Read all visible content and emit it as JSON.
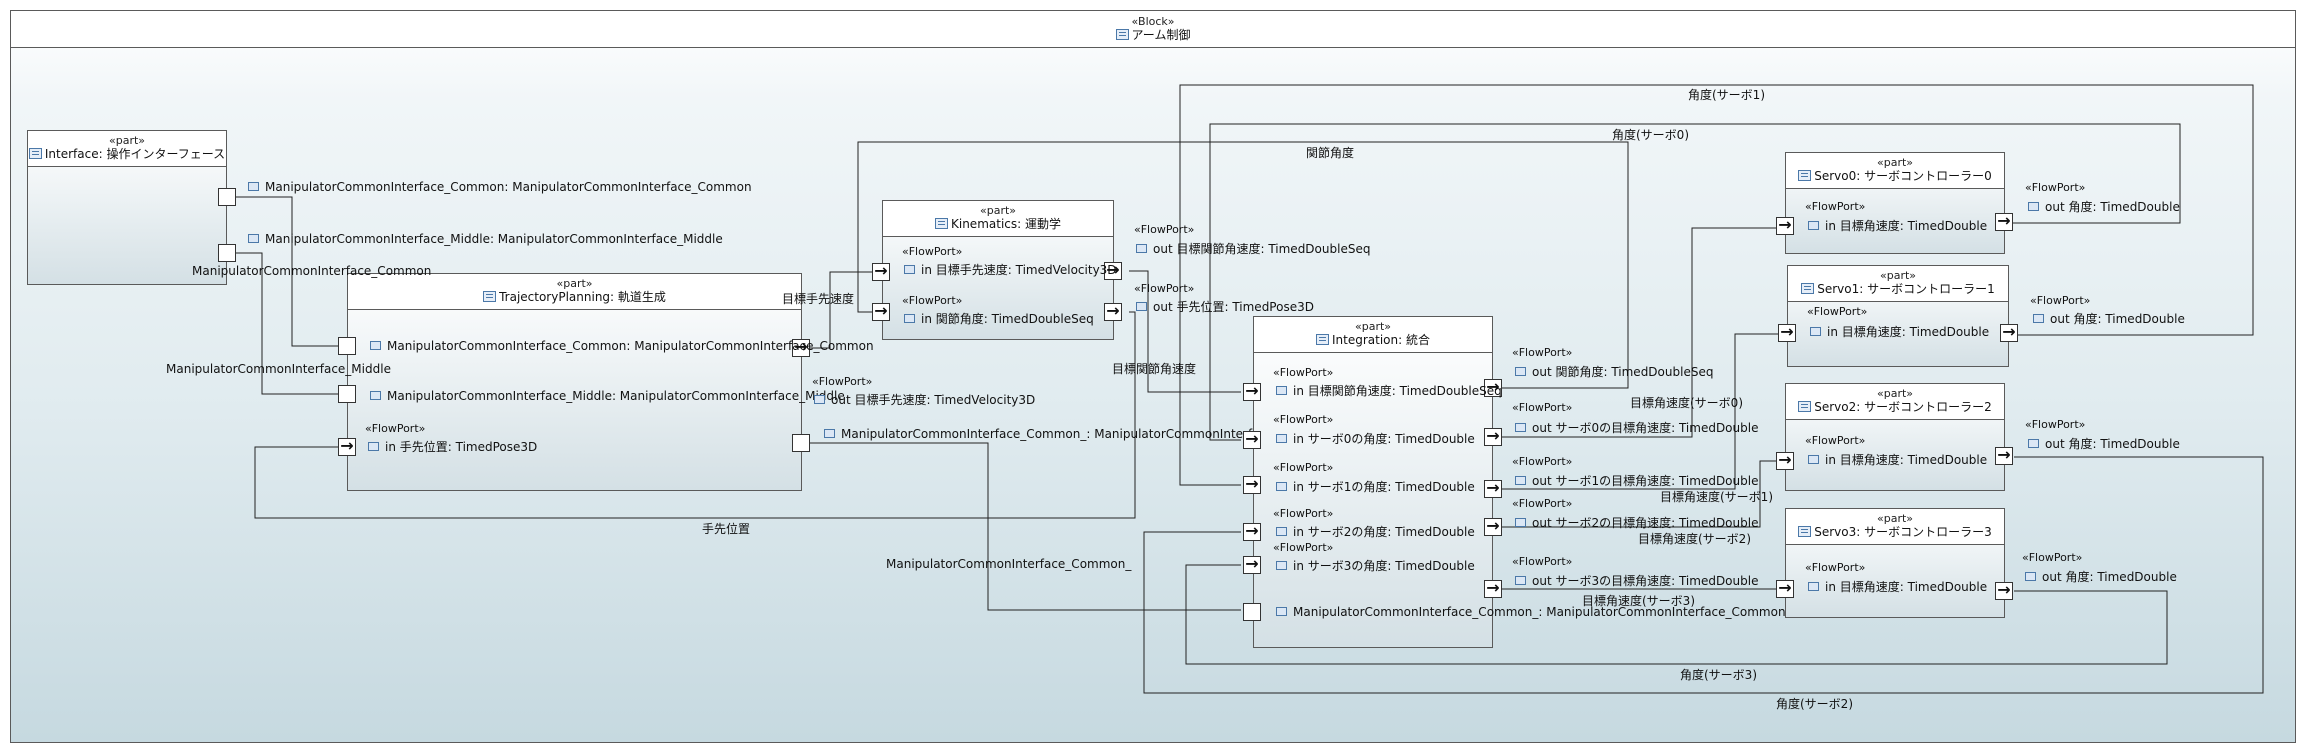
{
  "frame": {
    "stereotype": "«Block»",
    "name": "アーム制御"
  },
  "stereo_part": "«part»",
  "stereo_flowport": "«FlowPort»",
  "parts": {
    "interface": {
      "name": "Interface: 操作インターフェース"
    },
    "trajectory": {
      "name": "TrajectoryPlanning: 軌道生成"
    },
    "kinematics": {
      "name": "Kinematics: 運動学"
    },
    "integration": {
      "name": "Integration: 統合"
    },
    "servo0": {
      "name": "Servo0: サーボコントローラー0"
    },
    "servo1": {
      "name": "Servo1: サーボコントローラー1"
    },
    "servo2": {
      "name": "Servo2: サーボコントローラー2"
    },
    "servo3": {
      "name": "Servo3: サーボコントローラー3"
    }
  },
  "ports": {
    "if_common": "ManipulatorCommonInterface_Common: ManipulatorCommonInterface_Common",
    "if_middle": "ManipulatorCommonInterface_Middle: ManipulatorCommonInterface_Middle",
    "tp_common": "ManipulatorCommonInterface_Common: ManipulatorCommonInterface_Common",
    "tp_middle": "ManipulatorCommonInterface_Middle: ManipulatorCommonInterface_Middle",
    "tp_in_pose": "in 手先位置: TimedPose3D",
    "tp_out_vel": "out 目標手先速度: TimedVelocity3D",
    "tp_common_": "ManipulatorCommonInterface_Common_: ManipulatorCommonInterface_Common",
    "kin_in_vel": "in 目標手先速度: TimedVelocity3D",
    "kin_in_angle": "in 関節角度: TimedDoubleSeq",
    "kin_out_jvel": "out 目標関節角速度: TimedDoubleSeq",
    "kin_out_pose": "out 手先位置: TimedPose3D",
    "int_in_jvel": "in 目標関節角速度: TimedDoubleSeq",
    "int_in_s0": "in サーボ0の角度: TimedDouble",
    "int_in_s1": "in サーボ1の角度: TimedDouble",
    "int_in_s2": "in サーボ2の角度: TimedDouble",
    "int_in_s3": "in サーボ3の角度: TimedDouble",
    "int_common_": "ManipulatorCommonInterface_Common_: ManipulatorCommonInterface_Common",
    "int_out_angle": "out 関節角度: TimedDoubleSeq",
    "int_out_s0": "out サーボ0の目標角速度: TimedDouble",
    "int_out_s1": "out サーボ1の目標角速度: TimedDouble",
    "int_out_s2": "out サーボ2の目標角速度: TimedDouble",
    "int_out_s3": "out サーボ3の目標角速度: TimedDouble",
    "servo_in": "in 目標角速度: TimedDouble",
    "servo_out": "out 角度: TimedDouble"
  },
  "connectors": {
    "if_common_to_tp": "ManipulatorCommonInterface_Common",
    "if_middle_to_tp": "ManipulatorCommonInterface_Middle",
    "vel": "目標手先速度",
    "pose": "手先位置",
    "jvel": "目標関節角速度",
    "jangle": "関節角度",
    "common_": "ManipulatorCommonInterface_Common_",
    "s0_angle": "角度(サーボ0)",
    "s1_angle": "角度(サーボ1)",
    "s2_angle": "角度(サーボ2)",
    "s3_angle": "角度(サーボ3)",
    "s0_vel": "目標角速度(サーボ0)",
    "s1_vel": "目標角速度(サーボ1)",
    "s2_vel": "目標角速度(サーボ2)",
    "s3_vel": "目標角速度(サーボ3)"
  }
}
